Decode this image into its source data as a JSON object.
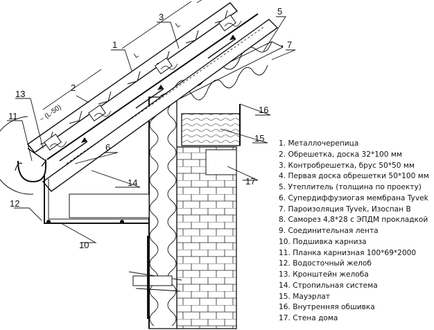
{
  "callouts": [
    {
      "id": "1",
      "text": "1"
    },
    {
      "id": "2",
      "text": "2"
    },
    {
      "id": "3",
      "text": "3"
    },
    {
      "id": "5",
      "text": "5"
    },
    {
      "id": "6",
      "text": "6"
    },
    {
      "id": "7",
      "text": "7"
    },
    {
      "id": "10",
      "text": "10"
    },
    {
      "id": "11",
      "text": "11"
    },
    {
      "id": "12",
      "text": "12"
    },
    {
      "id": "13",
      "text": "13"
    },
    {
      "id": "14",
      "text": "14"
    },
    {
      "id": "15",
      "text": "15"
    },
    {
      "id": "16",
      "text": "16"
    },
    {
      "id": "17",
      "text": "17"
    }
  ],
  "dimensions": {
    "overhang": "~ (L-50)",
    "span_a": "L",
    "span_b": "L"
  },
  "legend": [
    "1. Металлочерепица",
    "2. Обрешетка, доска 32*100 мм",
    "3. Контробрешетка, брус 50*50 мм",
    "4. Первая доска обрешетки 50*100 мм",
    "5. Утеплитель (толщина по проекту)",
    "6. Супердиффузиогая мембрана Tyvek",
    "7. Пароизоляция Tyvek, Изоспан В",
    "8. Саморез 4,8*28 с ЭПДМ прокладкой",
    "9. Соединительная лента",
    "10. Подшивка карниза",
    "11. Планка карнизная 100*69*2000",
    "12. Водосточный желоб",
    "13. Кронштейн желоба",
    "14. Стропильная система",
    "15. Мауэрлат",
    "16. Внутренняя обшивка",
    "17. Стена дома"
  ],
  "colors": {
    "ink": "#111111",
    "background": "#ffffff"
  }
}
